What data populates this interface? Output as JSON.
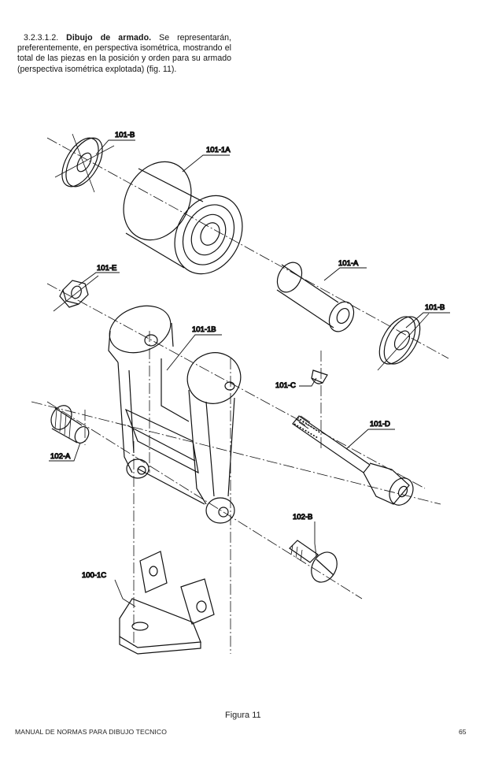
{
  "section": {
    "number": "3.2.3.1.2.",
    "heading": "Dibujo de armado.",
    "body": "Se representarán, preferentemente, en perspectiva isométrica, mostrando el total de las piezas en la posición y orden para su armado (perspectiva isométrica explotada) (fig. 11)."
  },
  "figure": {
    "caption": "Figura 11",
    "labels": {
      "p101b_top": "101-B",
      "p101_1a": "101-1A",
      "p101e": "101-E",
      "p101a": "101-A",
      "p101b_right": "101-B",
      "p101_1b": "101-1B",
      "p101c": "101-C",
      "p101d": "101-D",
      "p102a": "102-A",
      "p102b": "102-B",
      "p100_1c": "100-1C"
    }
  },
  "footer": {
    "manual_title": "MANUAL DE NORMAS PARA DIBUJO TECNICO",
    "page_number": "65"
  }
}
